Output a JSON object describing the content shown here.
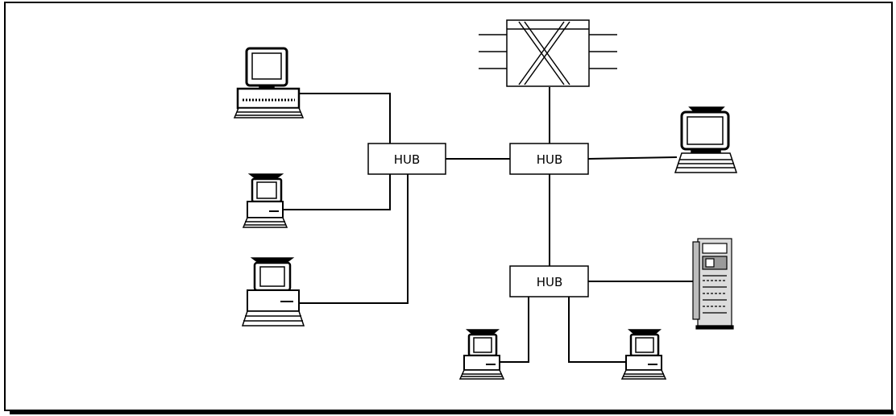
{
  "hubs": {
    "left": {
      "label": "HUB"
    },
    "center": {
      "label": "HUB"
    },
    "bottom": {
      "label": "HUB"
    }
  },
  "colors": {
    "line": "#000000",
    "background": "#ffffff",
    "server_fill": "#dcdcdc"
  },
  "icons": [
    "switch-icon",
    "desktop-computer-icon",
    "monitor-icon",
    "server-tower-icon"
  ]
}
